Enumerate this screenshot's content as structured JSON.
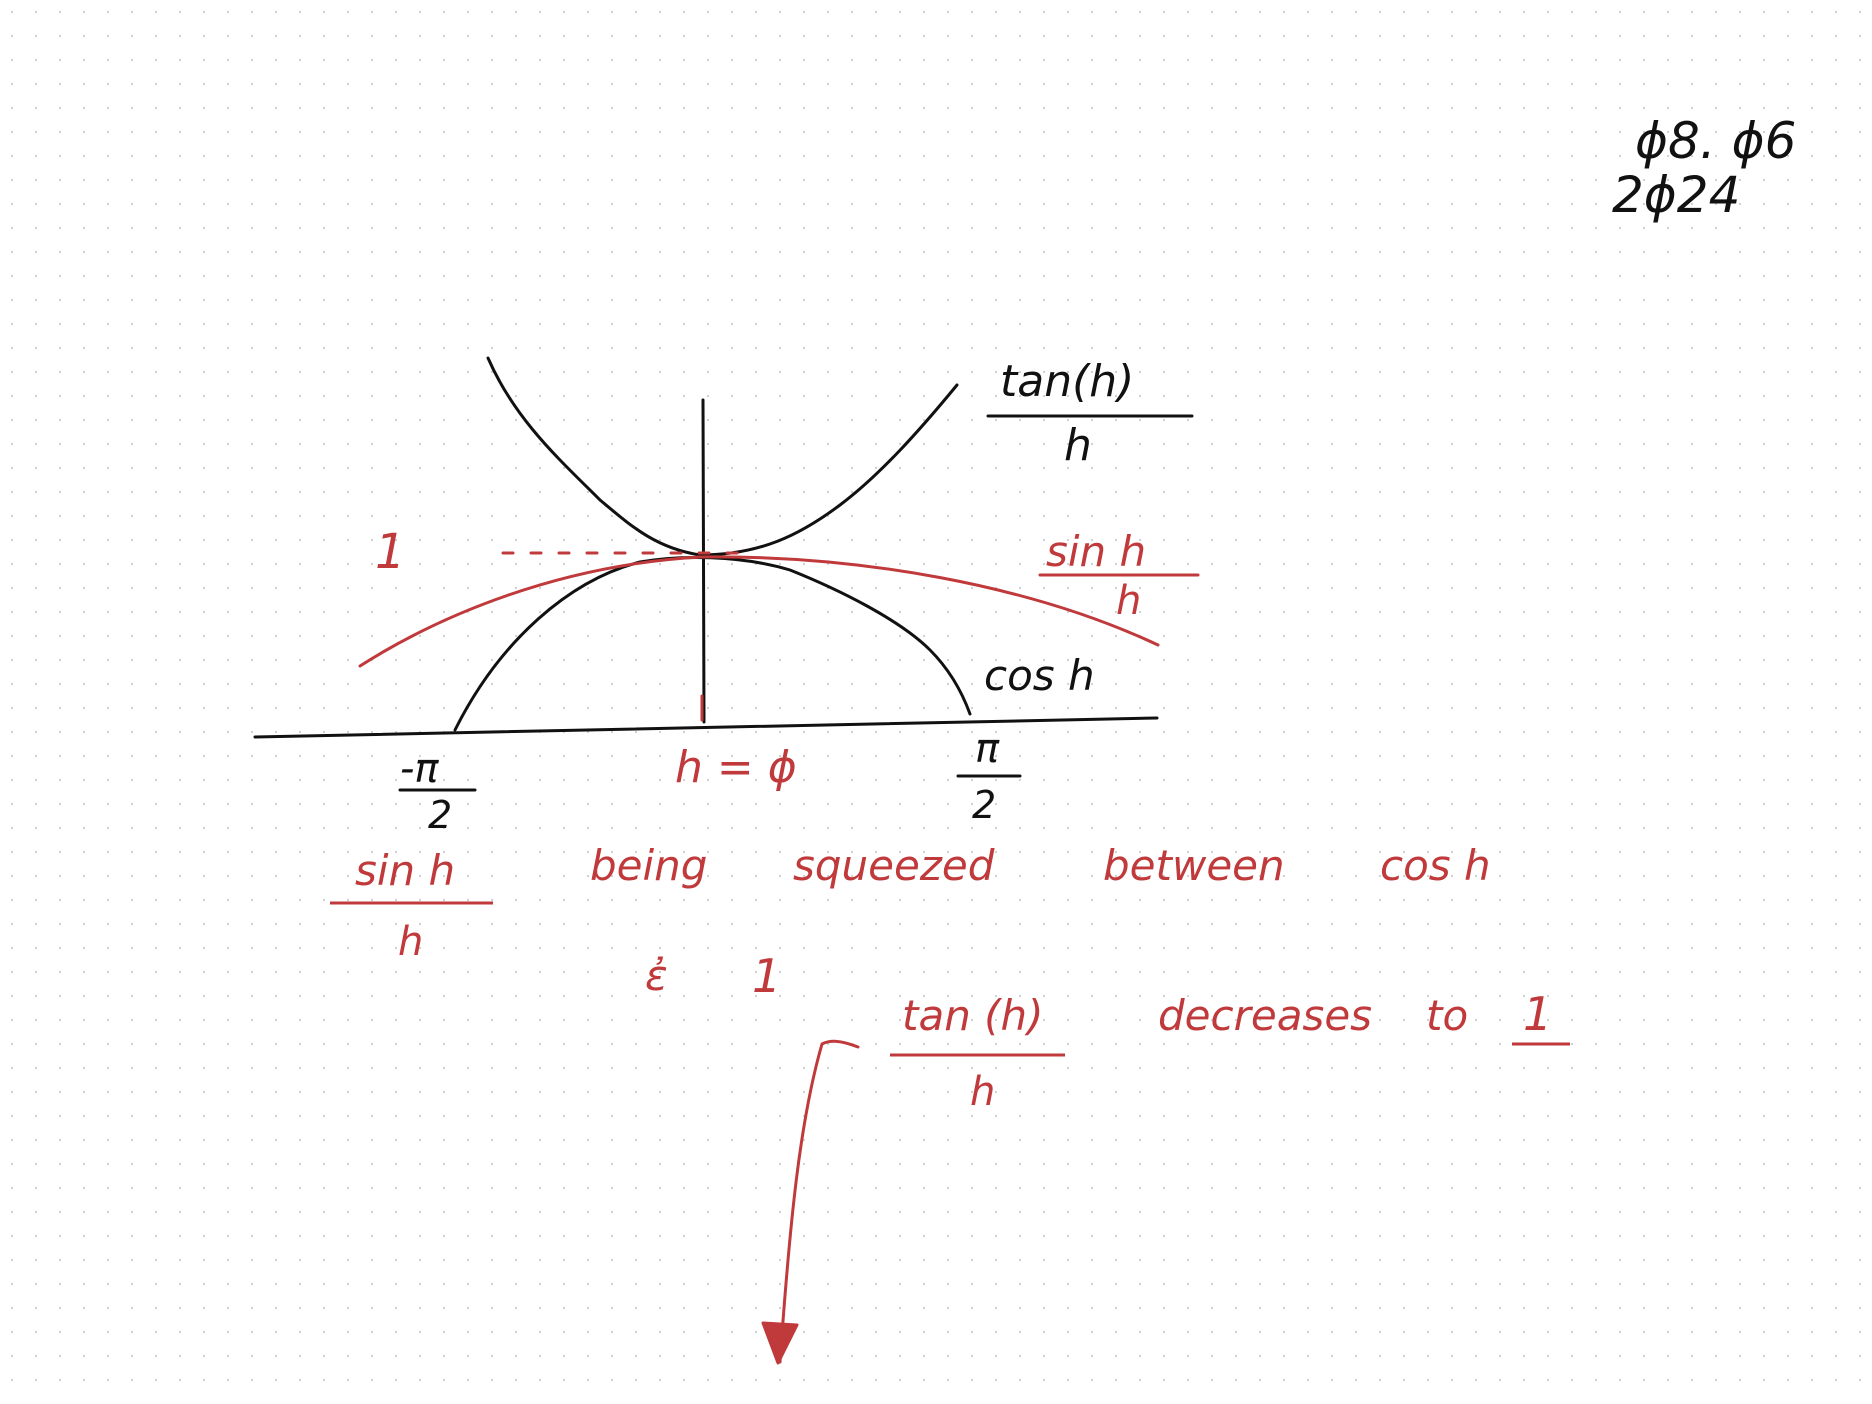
{
  "colors": {
    "ink_black": "#111111",
    "ink_red": "#c0393b",
    "dot_grid": "#c9ced3",
    "paper": "#ffffff"
  },
  "date": {
    "line1": "ϕ8. ϕ6",
    "line2": "2ϕ24"
  },
  "graph": {
    "tan_label": {
      "num": "tan(h)",
      "den": "h"
    },
    "sin_label": {
      "num": "sin h",
      "den": "h"
    },
    "cos_label": "cos h",
    "one_label": "1",
    "x_left": {
      "num": "-π",
      "den": "2"
    },
    "x_mid": "h = ϕ",
    "x_right": {
      "num": "π",
      "den": "2"
    }
  },
  "notes": {
    "squeeze_frac": {
      "num": "sin h",
      "den": "h"
    },
    "w_being": "being",
    "w_squeezed": "squeezed",
    "w_between": "between",
    "w_cosh": "cos h",
    "w_and": "ἐ",
    "w_one": "1",
    "tan_frac": {
      "num": "tan (h)",
      "den": "h"
    },
    "w_decreases": "decreases",
    "w_to": "to",
    "w_one2": "1"
  }
}
